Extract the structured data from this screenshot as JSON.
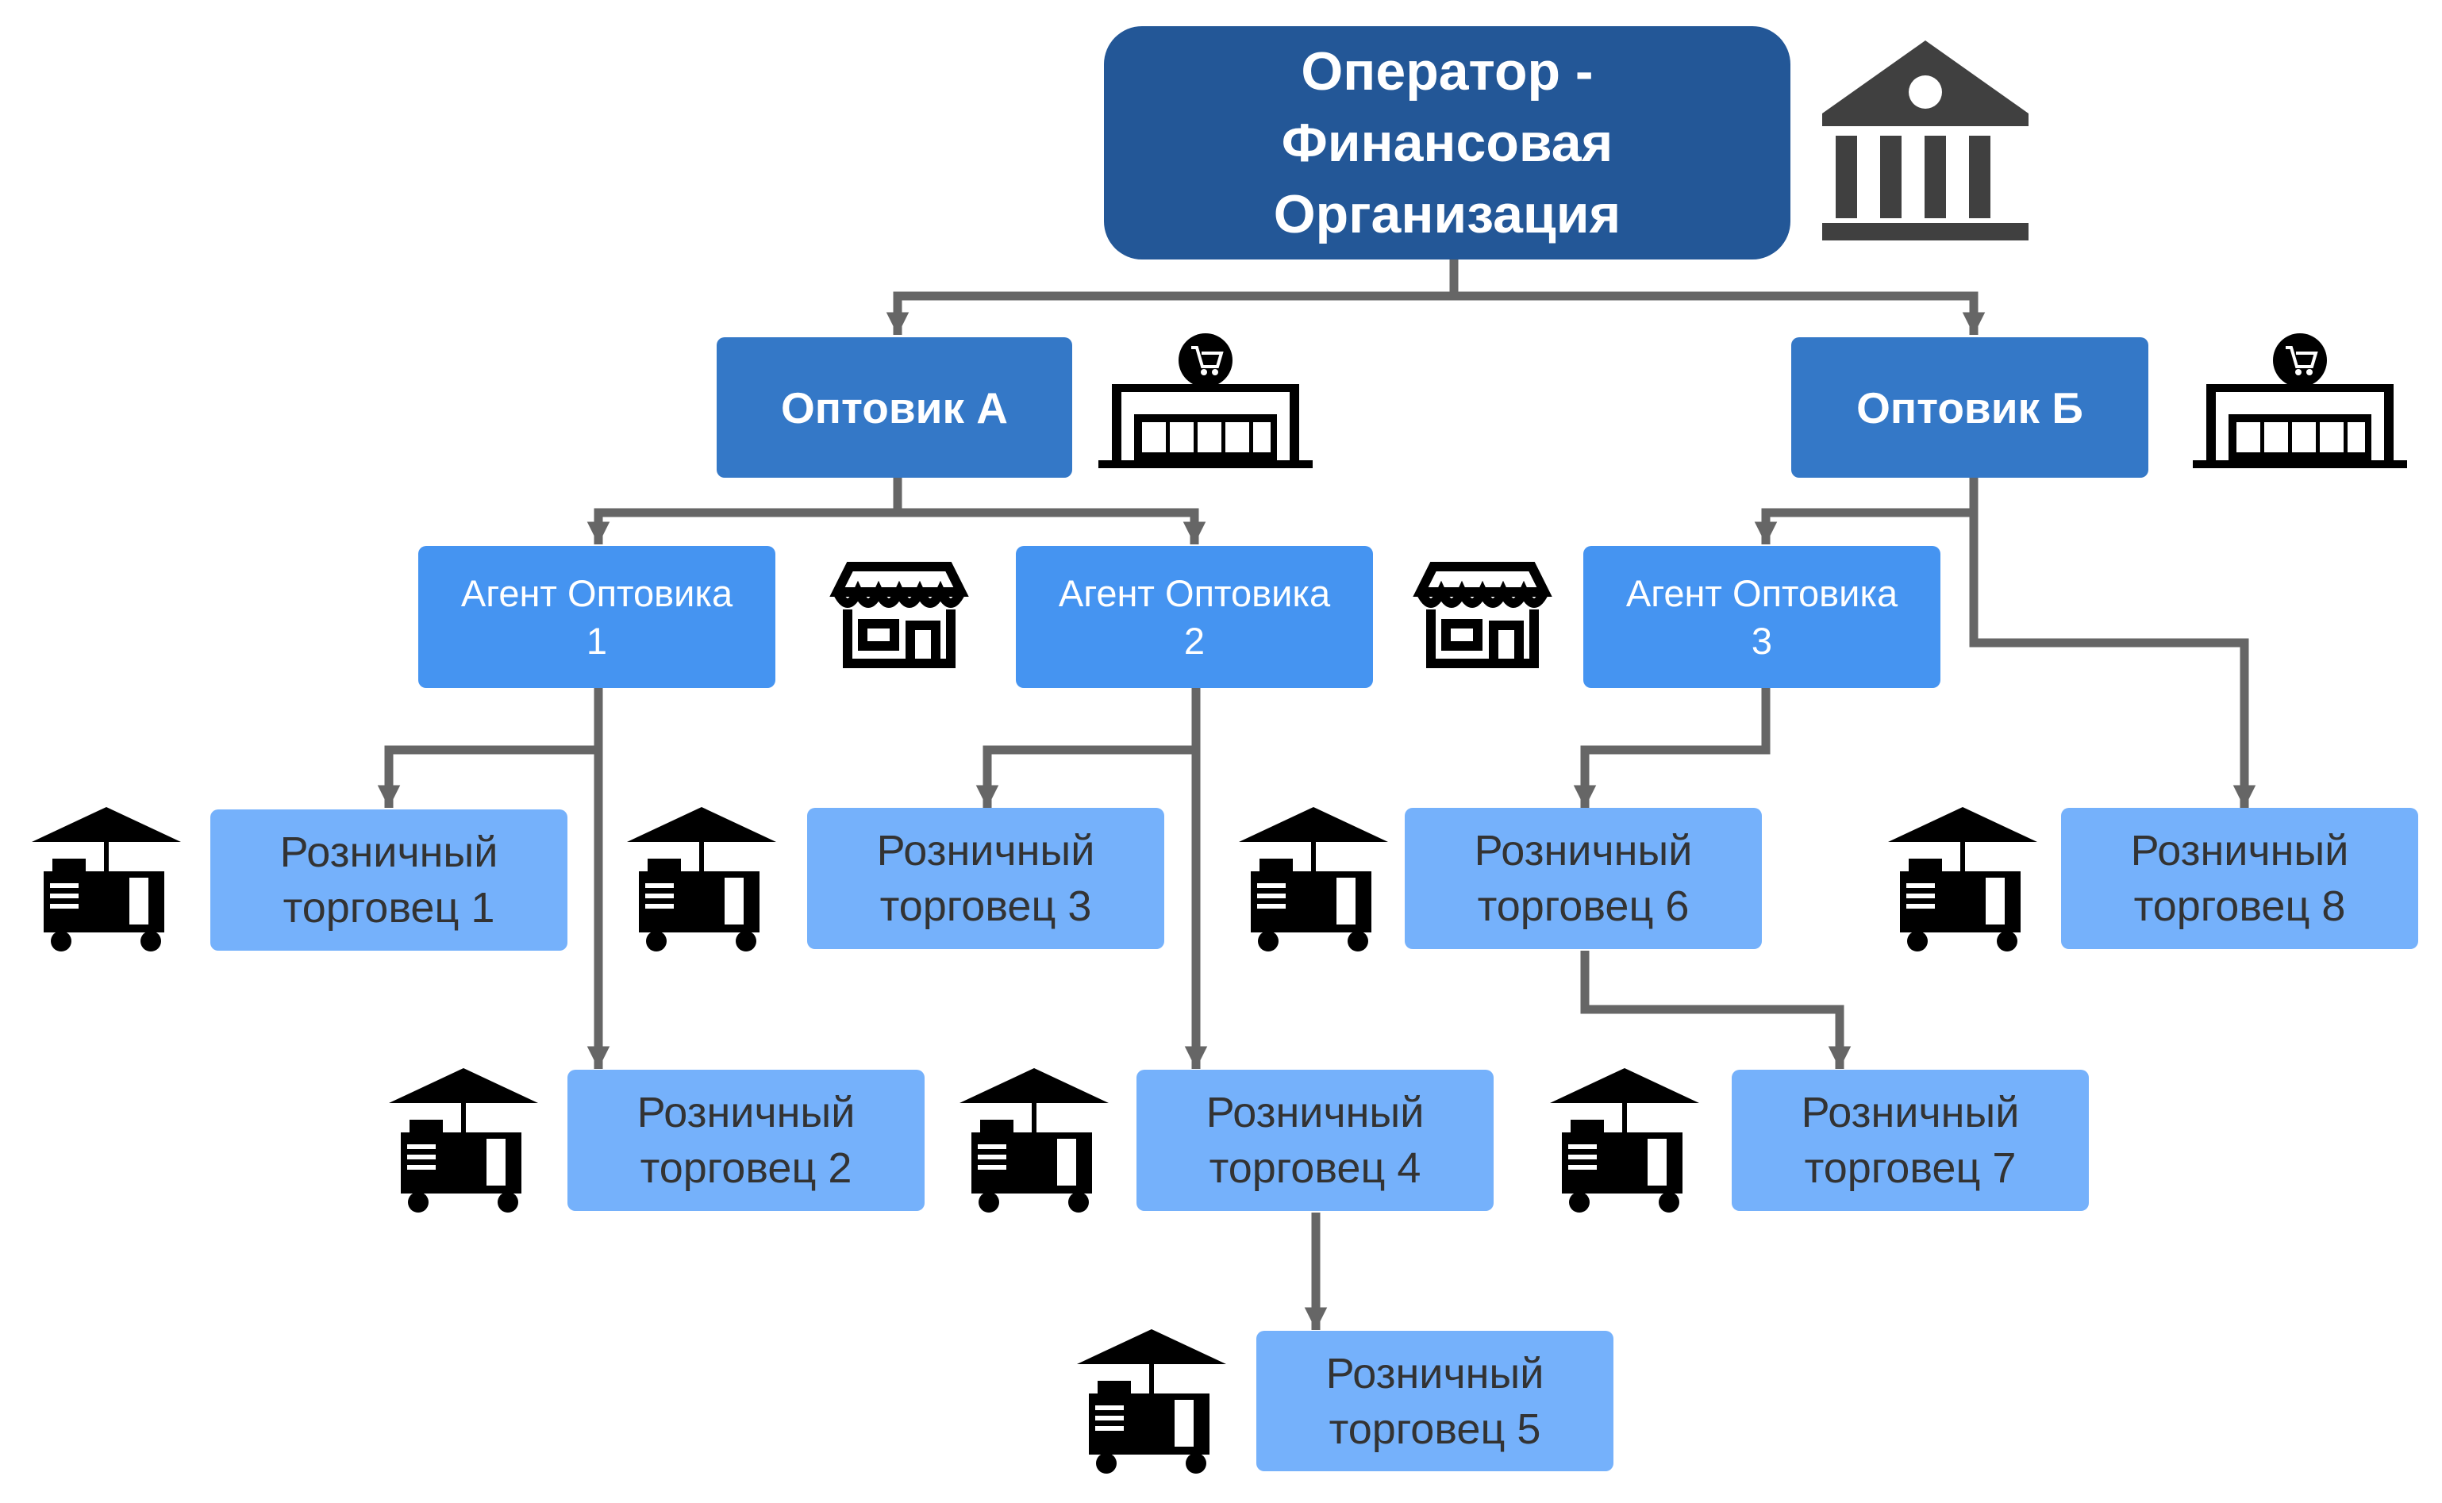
{
  "diagram": {
    "operator": {
      "label": "Оператор -\nФинансовая\nОрганизация",
      "icon": "bank-icon"
    },
    "wholesalers": [
      {
        "label": "Оптовик А",
        "icon": "store-cart-icon"
      },
      {
        "label": "Оптовик Б",
        "icon": "store-cart-icon"
      }
    ],
    "agents": [
      {
        "label": "Агент Оптовика\n1",
        "icon": "shop-icon"
      },
      {
        "label": "Агент Оптовика\n2",
        "icon": "shop-icon"
      },
      {
        "label": "Агент Оптовика\n3"
      }
    ],
    "retailers": [
      {
        "label": "Розничный\nторговец 1",
        "icon": "food-cart-icon"
      },
      {
        "label": "Розничный\nторговец 2",
        "icon": "food-cart-icon"
      },
      {
        "label": "Розничный\nторговец 3",
        "icon": "food-cart-icon"
      },
      {
        "label": "Розничный\nторговец 4",
        "icon": "food-cart-icon"
      },
      {
        "label": "Розничный\nторговец 5",
        "icon": "food-cart-icon"
      },
      {
        "label": "Розничный\nторговец 6",
        "icon": "food-cart-icon"
      },
      {
        "label": "Розничный\nторговец 7",
        "icon": "food-cart-icon"
      },
      {
        "label": "Розничный\nторговец 8",
        "icon": "food-cart-icon"
      }
    ],
    "colors": {
      "operator": "#235797",
      "wholesaler": "#3478c7",
      "agent": "#4594f1",
      "retailer": "#75b1fb",
      "connector": "#666666",
      "icon": "#000000",
      "bank_icon": "#404040"
    }
  }
}
